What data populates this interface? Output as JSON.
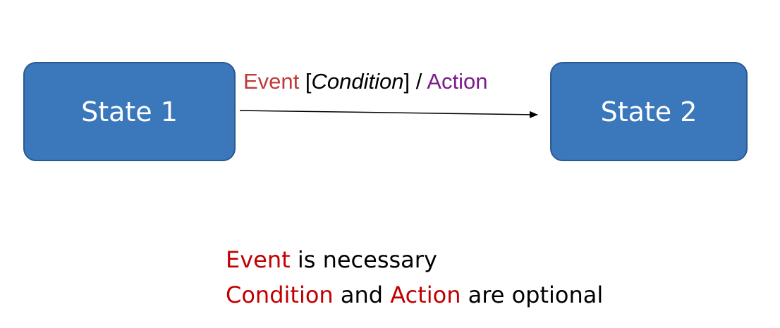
{
  "states": {
    "state1": "State 1",
    "state2": "State 2"
  },
  "transition": {
    "event": "Event",
    "open_bracket": "[",
    "condition": "Condition",
    "close_bracket": "]",
    "slash": "/",
    "action": "Action"
  },
  "notes": {
    "line1": {
      "event": "Event",
      "rest": "is necessary"
    },
    "line2": {
      "condition": "Condition",
      "and": "and",
      "action": "Action",
      "rest": "are optional"
    }
  },
  "colors": {
    "state_fill": "#3a78bb",
    "state_border": "#2b5a8f",
    "event_label": "#c0393b",
    "action_label": "#7b1b8a",
    "note_highlight": "#c00000"
  }
}
